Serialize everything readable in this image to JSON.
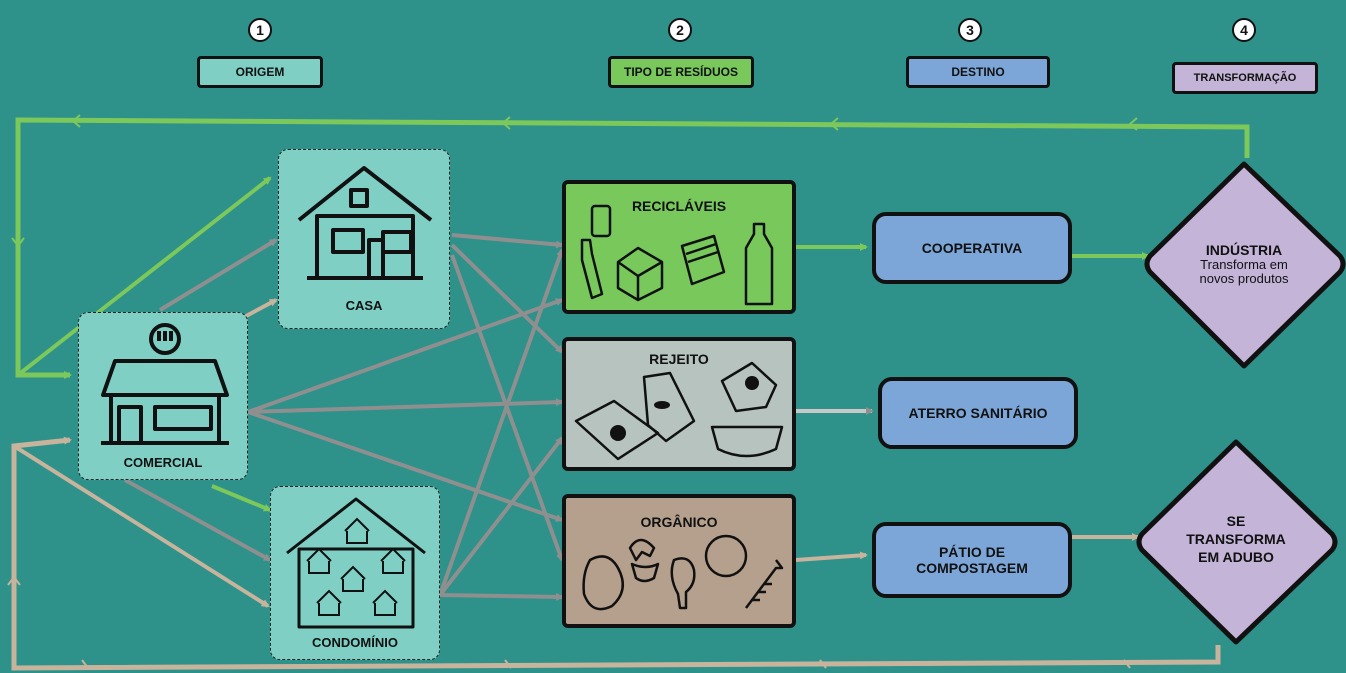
{
  "steps": [
    {
      "number": "1",
      "label": "ORIGEM"
    },
    {
      "number": "2",
      "label": "TIPO DE RESÍDUOS"
    },
    {
      "number": "3",
      "label": "DESTINO"
    },
    {
      "number": "4",
      "label": "TRANSFORMAÇÃO"
    }
  ],
  "origins": {
    "casa": "CASA",
    "comercial": "COMERCIAL",
    "condominio": "CONDOMÍNIO"
  },
  "waste": {
    "reciclaveis": "RECICLÁVEIS",
    "rejeito": "REJEITO",
    "organico": "ORGÂNICO"
  },
  "destinations": {
    "cooperativa": "COOPERATIVA",
    "aterro": "ATERRO SANITÁRIO",
    "patio": "PÁTIO DE COMPOSTAGEM"
  },
  "transformations": {
    "industria_title": "INDÚSTRIA",
    "industria_sub": "Transforma em novos produtos",
    "adubo": "SE TRANSFORMA EM ADUBO"
  },
  "colors": {
    "background": "#2e918a",
    "origem": "#7fcfc4",
    "tipo": "#78c85c",
    "destino": "#7da6d8",
    "transformacao": "#c4b4d8",
    "rejeito": "#b6c3bf",
    "organico": "#b4a08c",
    "green_flow": "#7cc85a",
    "gray_flow": "#8f8f8f",
    "tan_flow": "#c8b49c"
  }
}
